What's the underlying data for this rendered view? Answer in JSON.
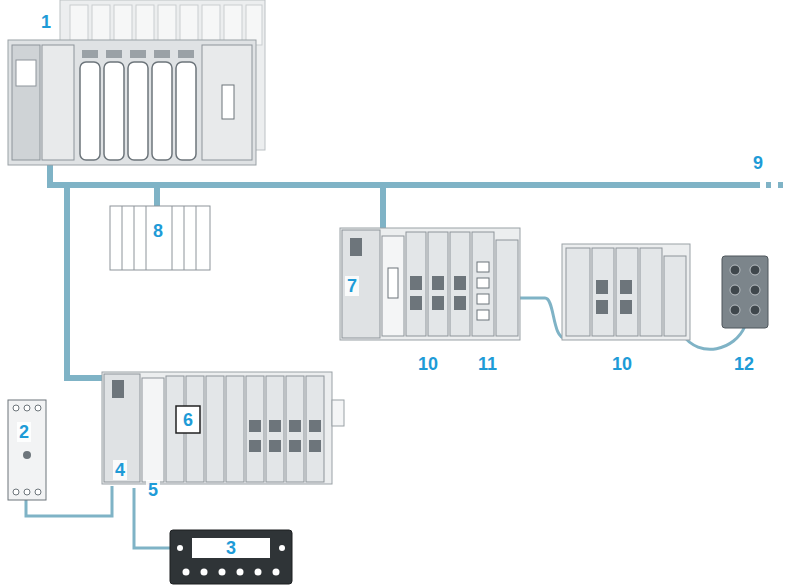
{
  "diagram": {
    "labels": [
      "1",
      "9",
      "8",
      "7",
      "10",
      "11",
      "10",
      "12",
      "2",
      "4",
      "6",
      "5",
      "3"
    ]
  }
}
